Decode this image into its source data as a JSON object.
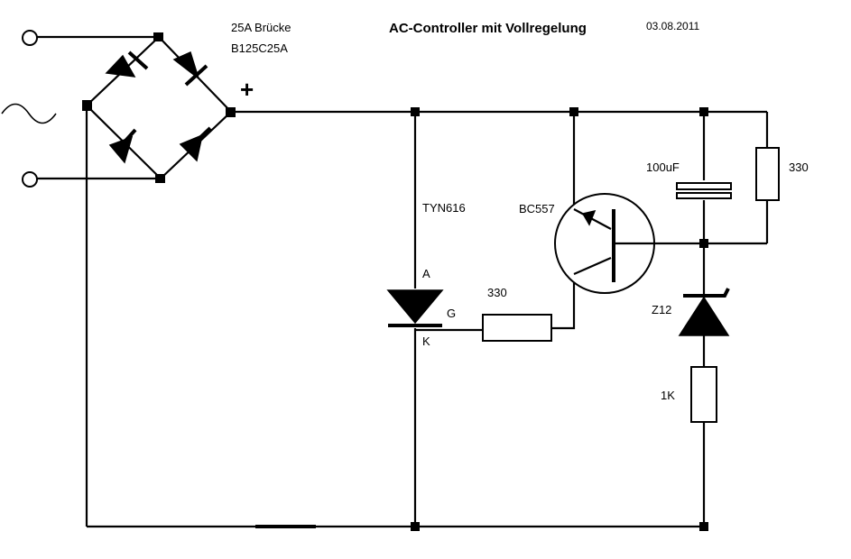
{
  "diagram": {
    "title": "AC-Controller mit Vollregelung",
    "date": "03.08.2011",
    "bridge": {
      "rating": "25A Brücke",
      "part": "B125C25A",
      "plus_sign": "+"
    },
    "thyristor": {
      "part": "TYN616",
      "anode": "A",
      "gate": "G",
      "cathode": "K"
    },
    "gate_resistor": "330",
    "transistor": "BC557",
    "capacitor": "100uF",
    "base_resistor": "330",
    "zener": "Z12",
    "series_resistor": "1K"
  }
}
